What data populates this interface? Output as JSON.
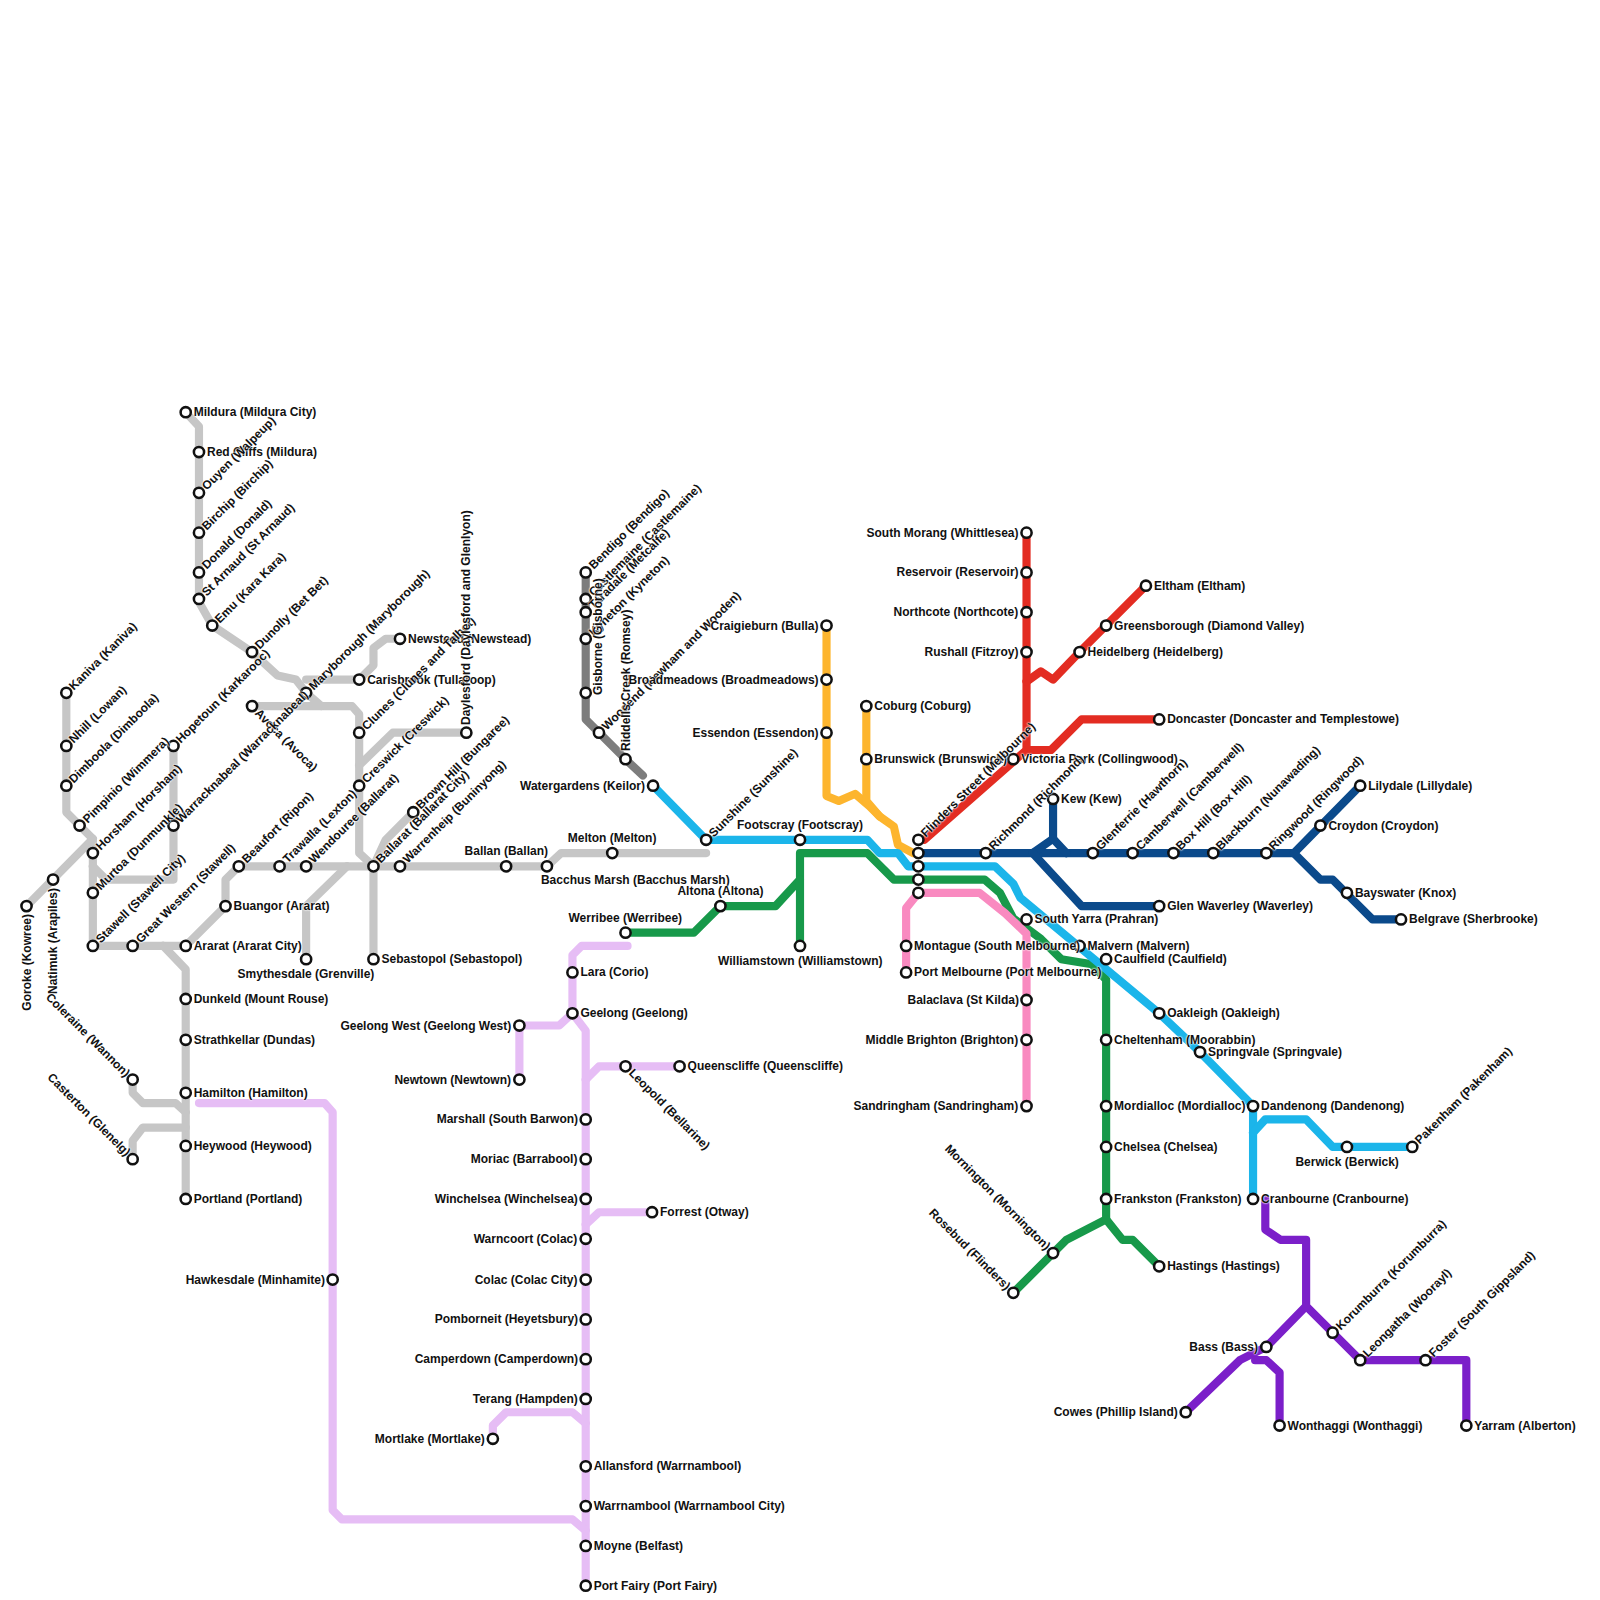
{
  "diagram": {
    "labels": [
      "Mildura (Mildura City)",
      "Red Cliffs (Mildura)",
      "Ouyen (Walpeup)",
      "Birchip (Birchip)",
      "Donald (Donald)",
      "St Arnaud (St Arnaud)",
      "Emu (Kara Kara)",
      "Dunolly (Bet Bet)",
      "Avoca (Avoca)",
      "Maryborough (Maryborough)",
      "Newstead (Newstead)",
      "Carisbrook (Tullaroop)",
      "Clunes (Clunes and Talbot)",
      "Daylesford (Daylesford and Glenlyon)",
      "Creswick (Creswick)",
      "Brown Hill (Bungaree)",
      "Ballarat (Ballarat City)",
      "Warrenheip (Buninyong)",
      "Wendouree (Ballarat)",
      "Trawalla (Lexton)",
      "Beaufort (Ripon)",
      "Buangor (Ararat)",
      "Smythesdale (Grenville)",
      "Sebastopol (Sebastopol)",
      "Ballan (Ballan)",
      "Bacchus Marsh (Bacchus Marsh)",
      "Melton (Melton)",
      "Hopetoun (Karkarooc)",
      "Warracknabeal (Warracknabeal)",
      "Kaniva (Kaniva)",
      "Nhill (Lowan)",
      "Dimboola (Dimboola)",
      "Pimpinio (Wimmera)",
      "Horsham (Horsham)",
      "Murtoa (Dunmunkle)",
      "Stawell (Stawell City)",
      "Great Western (Stawell)",
      "Ararat (Ararat City)",
      "Natimuk (Arapiles)",
      "Goroke (Kowree)",
      "Dunkeld (Mount Rouse)",
      "Strathkellar (Dundas)",
      "Coleraine (Wannon)",
      "Hamilton (Hamilton)",
      "Heywood (Heywood)",
      "Casterton (Glenelg)",
      "Portland (Portland)",
      "Bendigo (Bendigo)",
      "Castlemaine (Castlemaine)",
      "Taradale (Metcalfe)",
      "Kyneton (Kyneton)",
      "Gisborne (Gisborne)",
      "Woodend (Newham and Wooden)",
      "Riddells Creek (Romsey)",
      "Watergardens (Keilor)",
      "Sunshine (Sunshine)",
      "Craigieburn (Bulla)",
      "Broadmeadows (Broadmeadows)",
      "Essendon (Essendon)",
      "Coburg (Coburg)",
      "Brunswick (Brunswick)",
      "Footscray (Footscray)",
      "Altona (Altona)",
      "Werribee (Werribee)",
      "Williamstown (Williamstown)",
      "Flinders Street (Melbourne)",
      "South Morang (Whittlesea)",
      "Reservoir (Reservoir)",
      "Northcote (Northcote)",
      "Rushall (Fitzroy)",
      "Eltham (Eltham)",
      "Greensborough (Diamond Valley)",
      "Heidelberg (Heidelberg)",
      "Doncaster (Doncaster and Templestowe)",
      "Victoria Park (Collingwood)",
      "Richmond (Richmond)",
      "Kew (Kew)",
      "Glenferrie (Hawthorn)",
      "Camberwell (Camberwell)",
      "Box Hill (Box Hill)",
      "Blackburn (Nunawading)",
      "Ringwood (Ringwood)",
      "Lilydale (Lillydale)",
      "Croydon (Croydon)",
      "Bayswater (Knox)",
      "Belgrave (Sherbrooke)",
      "Glen Waverley (Waverley)",
      "South Yarra (Prahran)",
      "Montague (South Melbourne)",
      "Malvern (Malvern)",
      "Caulfield (Caulfield)",
      "Port Melbourne (Port Melbourne)",
      "Balaclava (St Kilda)",
      "Oakleigh (Oakleigh)",
      "Middle Brighton (Brighton)",
      "Cheltenham (Moorabbin)",
      "Springvale (Springvale)",
      "Sandringham (Sandringham)",
      "Mordialloc (Mordialloc)",
      "Dandenong (Dandenong)",
      "Chelsea (Chelsea)",
      "Berwick (Berwick)",
      "Pakenham (Pakenham)",
      "Frankston (Frankston)",
      "Cranbourne (Cranbourne)",
      "Mornington (Mornington)",
      "Rosebud (Flinders)",
      "Hastings (Hastings)",
      "Korumburra (Korumburra)",
      "Leongatha (Woorayl)",
      "Foster (South Gippsland)",
      "Yarram (Alberton)",
      "Bass (Bass)",
      "Cowes (Phillip Island)",
      "Wonthaggi (Wonthaggi)",
      "Lara (Corio)",
      "Geelong (Geelong)",
      "Geelong West (Geelong West)",
      "Newtown (Newtown)",
      "Leopold (Bellarine)",
      "Queenscliffe (Queenscliffe)",
      "Marshall (South Barwon)",
      "Moriac (Barrabool)",
      "Winchelsea (Winchelsea)",
      "Forrest (Otway)",
      "Warncoort (Colac)",
      "Colac (Colac City)",
      "Pomborneit (Heyetsbury)",
      "Camperdown (Camperdown)",
      "Terang (Hampden)",
      "Mortlake (Mortlake)",
      "Allansford (Warrnambool)",
      "Warrnambool (Warrnambool City)",
      "Moyne (Belfast)",
      "Port Fairy (Port Fairy)",
      "Hawkesdale (Minhamite)"
    ]
  }
}
